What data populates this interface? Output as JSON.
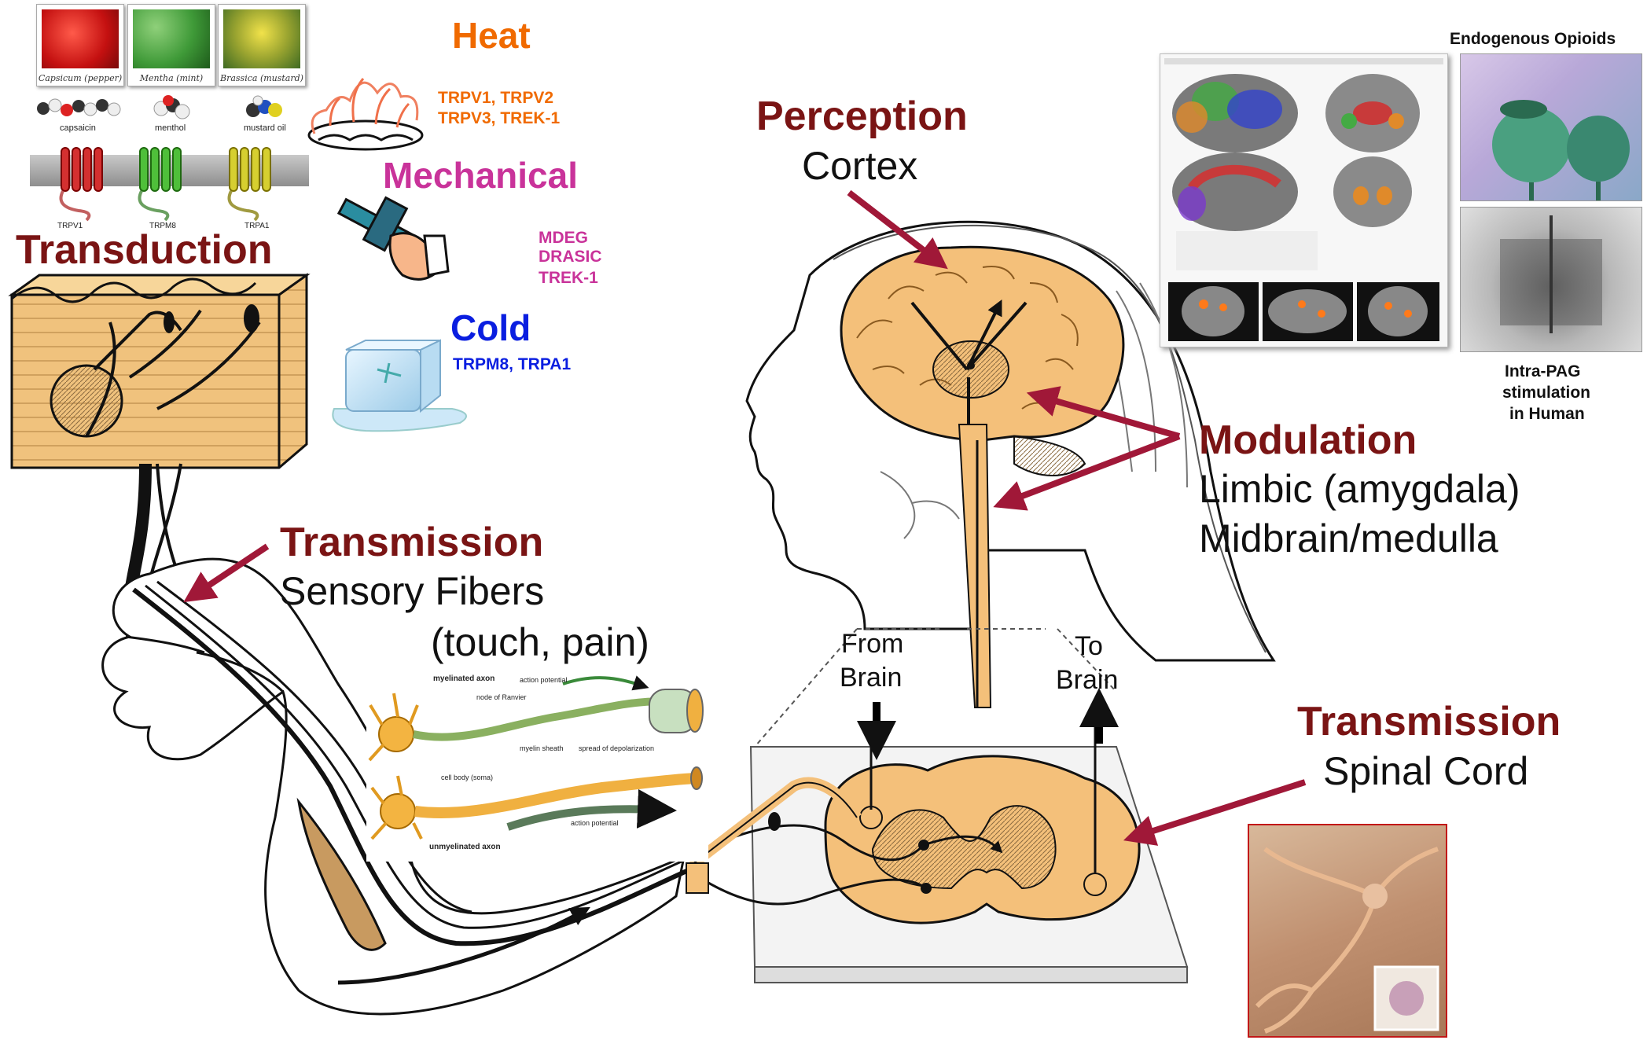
{
  "colors": {
    "title_red": "#7a1414",
    "heat_orange": "#f06a00",
    "mechanical_magenta": "#c9339a",
    "cold_blue": "#0a1ee0",
    "arrow_maroon": "#a01838",
    "neural_tan": "#f4c07a"
  },
  "plants": [
    {
      "caption": "Capsicum (pepper)",
      "molecule": "capsaicin",
      "channel": "TRPV1"
    },
    {
      "caption": "Mentha (mint)",
      "molecule": "menthol",
      "channel": "TRPM8"
    },
    {
      "caption": "Brassica (mustard)",
      "molecule": "mustard oil",
      "channel": "TRPA1"
    }
  ],
  "stimuli": {
    "heat": {
      "title": "Heat",
      "channels_line1": "TRPV1, TRPV2",
      "channels_line2": "TRPV3, TREK-1"
    },
    "mechanical": {
      "title": "Mechanical",
      "channels_line1": "MDEG",
      "channels_line2": "DRASIC",
      "channels_line3": "TREK-1"
    },
    "cold": {
      "title": "Cold",
      "channels_line1": "TRPM8, TRPA1"
    }
  },
  "labels": {
    "transduction": "Transduction",
    "transmission_fibers_title": "Transmission",
    "transmission_fibers_sub1": "Sensory Fibers",
    "transmission_fibers_sub2": "(touch, pain)",
    "perception_title": "Perception",
    "perception_sub": "Cortex",
    "modulation_title": "Modulation",
    "modulation_sub1": "Limbic (amygdala)",
    "modulation_sub2": "Midbrain/medulla",
    "spinal_title": "Transmission",
    "spinal_sub": "Spinal Cord",
    "from_brain_1": "From",
    "from_brain_2": "Brain",
    "to_brain_1": "To",
    "to_brain_2": "Brain",
    "opioids_title": "Endogenous Opioids",
    "pag_1": "Intra-PAG",
    "pag_2": "stimulation",
    "pag_3": "in Human"
  },
  "axon_inset": {
    "myelinated": "myelinated axon",
    "node": "node of Ranvier",
    "action_potential": "action potential",
    "myelin_sheath": "myelin sheath",
    "spread": "spread of depolarization",
    "cell_body": "cell body (soma)",
    "unmyelinated": "unmyelinated axon",
    "action_potential_2": "action potential"
  }
}
